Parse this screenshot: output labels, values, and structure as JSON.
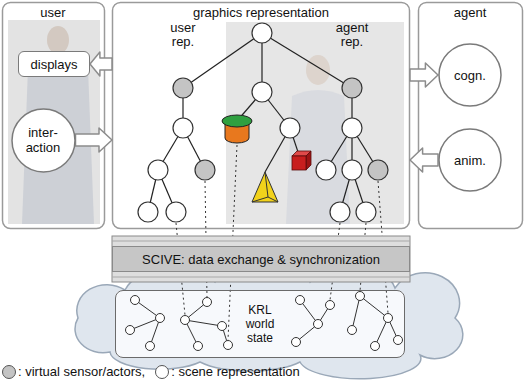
{
  "diagram": {
    "nodes": [
      {
        "text": [
          "user"
        ]
      },
      {
        "text": [
          "displays"
        ],
        "in": 0
      },
      {
        "text": [
          "inter- action"
        ],
        "in": 0
      },
      {
        "text": [
          "graphics representation"
        ]
      },
      {
        "text": [
          "agent"
        ]
      },
      {
        "text": [
          "cogn."
        ],
        "in": 4
      },
      {
        "text": [
          "anim."
        ],
        "in": 4
      },
      {
        "text": [
          "SCIVE: data exchange & synchronization"
        ]
      },
      {
        "text": [
          "KRL world state"
        ]
      }
    ],
    "edges": [
      {
        "from": 3,
        "to": 1,
        "arrow": "to"
      },
      {
        "from": 2,
        "to": 3,
        "arrow": "to"
      },
      {
        "from": 3,
        "to": 5,
        "arrow": "to"
      },
      {
        "from": 6,
        "to": 3,
        "arrow": "to"
      }
    ],
    "labels": [
      "user rep.",
      "agent rep."
    ],
    "legend": [
      {
        "text": ": virtual sensor/actors,",
        "color": "#c4c4c4"
      },
      {
        "text": ": scene representation",
        "color": "#ffffff"
      }
    ]
  }
}
